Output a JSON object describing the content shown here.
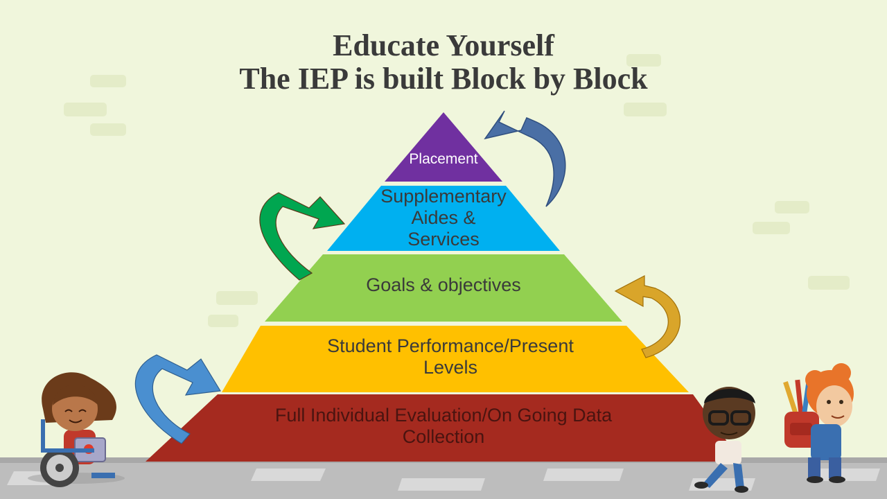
{
  "title": {
    "line1": "Educate Yourself",
    "line2": "The IEP is built Block by Block"
  },
  "pyramid": {
    "levels": [
      {
        "id": "placement",
        "lines": [
          "Placement"
        ],
        "color": "#7030a0"
      },
      {
        "id": "supplementary",
        "lines": [
          "Supplementary",
          "Aides &",
          "Services"
        ],
        "color": "#00b0f0"
      },
      {
        "id": "goals",
        "lines": [
          "Goals & objectives"
        ],
        "color": "#92d050"
      },
      {
        "id": "performance",
        "lines": [
          "Student Performance/Present",
          "Levels"
        ],
        "color": "#ffc000"
      },
      {
        "id": "evaluation",
        "lines": [
          "Full Individual Evaluation/On Going Data",
          "Collection"
        ],
        "color": "#a52a1f"
      }
    ]
  },
  "arrows": {
    "blue_top": "#4a6fa5",
    "green": "#00a650",
    "gold": "#d9a52a",
    "blue_bottom": "#4a8fd0"
  },
  "colors": {
    "background": "#f0f6dc",
    "sidewalk": "#bdbdbd",
    "title_text": "#3a3a3a"
  },
  "illustrations": [
    "girl-in-wheelchair",
    "boy-pushing-pyramid",
    "boy-with-backpack"
  ]
}
